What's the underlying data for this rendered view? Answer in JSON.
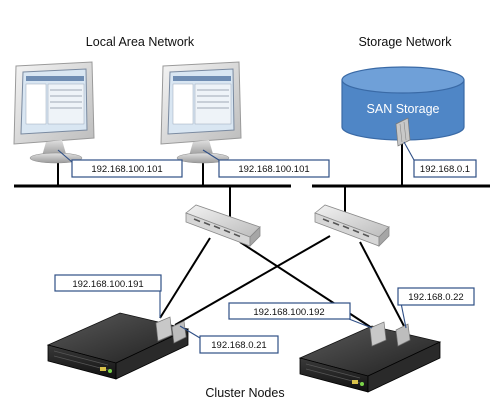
{
  "titles": {
    "lan": "Local Area Network",
    "storage": "Storage Network",
    "cluster": "Cluster Nodes"
  },
  "san": {
    "label": "SAN Storage",
    "color": "#4f86c6",
    "top_color": "#6fa0d8",
    "stroke": "#3a6aa6"
  },
  "ip_labels": {
    "pc1": "192.168.100.101",
    "pc2": "192.168.100.101",
    "san": "192.168.0.1",
    "node1_lan": "192.168.100.191",
    "node1_storage": "192.168.0.21",
    "node2_lan": "192.168.100.192",
    "node2_storage": "192.168.0.22"
  },
  "icons": {
    "monitor": "monitor-icon",
    "switch": "network-switch-icon",
    "server": "rack-server-icon",
    "storage": "san-storage-cylinder-icon"
  },
  "colors": {
    "callout_border": "#2f4f86",
    "line": "#000000"
  }
}
